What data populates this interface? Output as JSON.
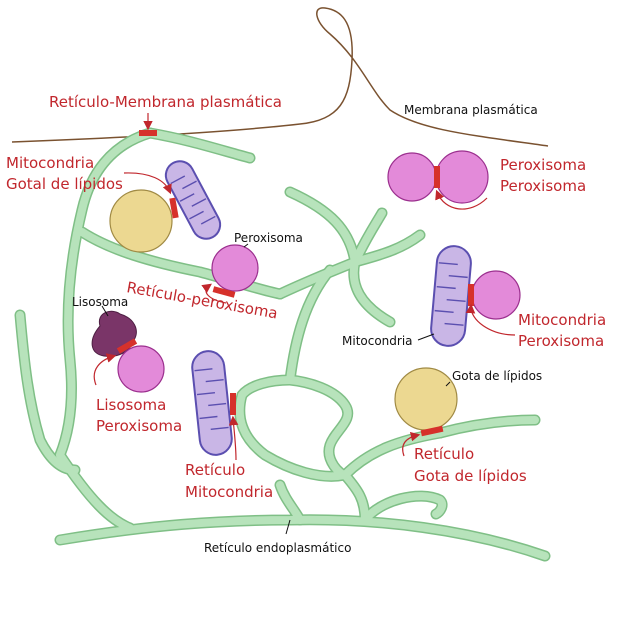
{
  "colors": {
    "er": "#b7e3bb",
    "er_stroke": "#7fbf86",
    "membrane": "#7a5230",
    "contact": "#d6312b",
    "label_red": "#c1272d",
    "mito_fill": "#c9b6e6",
    "mito_stroke": "#5b4fb0",
    "peroxisome_fill": "#e38ad9",
    "peroxisome_stroke": "#9b2f8e",
    "lipid_fill": "#ecd891",
    "lipid_stroke": "#a08a44",
    "lysosome_fill": "#7a3568"
  },
  "labels": {
    "membrana": "Membrana plasmática",
    "reticulo_membrana": "Retículo-Membrana plasmática",
    "mito_gota_1": "Mitocondria",
    "mito_gota_2": "Gotal de lípidos",
    "peroxisoma": "Peroxisoma",
    "perox_perox_1": "Peroxisoma",
    "perox_perox_2": "Peroxisoma",
    "reticulo_perox": "Retículo-peroxisoma",
    "lisosoma": "Lisosoma",
    "mitocondria": "Mitocondria",
    "mito_perox_1": "Mitocondria",
    "mito_perox_2": "Peroxisoma",
    "lis_perox_1": "Lisosoma",
    "lis_perox_2": "Peroxisoma",
    "ret_mito_1": "Retículo",
    "ret_mito_2": "Mitocondria",
    "gota_lipidos": "Gota de lípidos",
    "ret_gota_1": "Retículo",
    "ret_gota_2": "Gota de lípidos",
    "reticulo_endo": "Retículo endoplasmático"
  }
}
